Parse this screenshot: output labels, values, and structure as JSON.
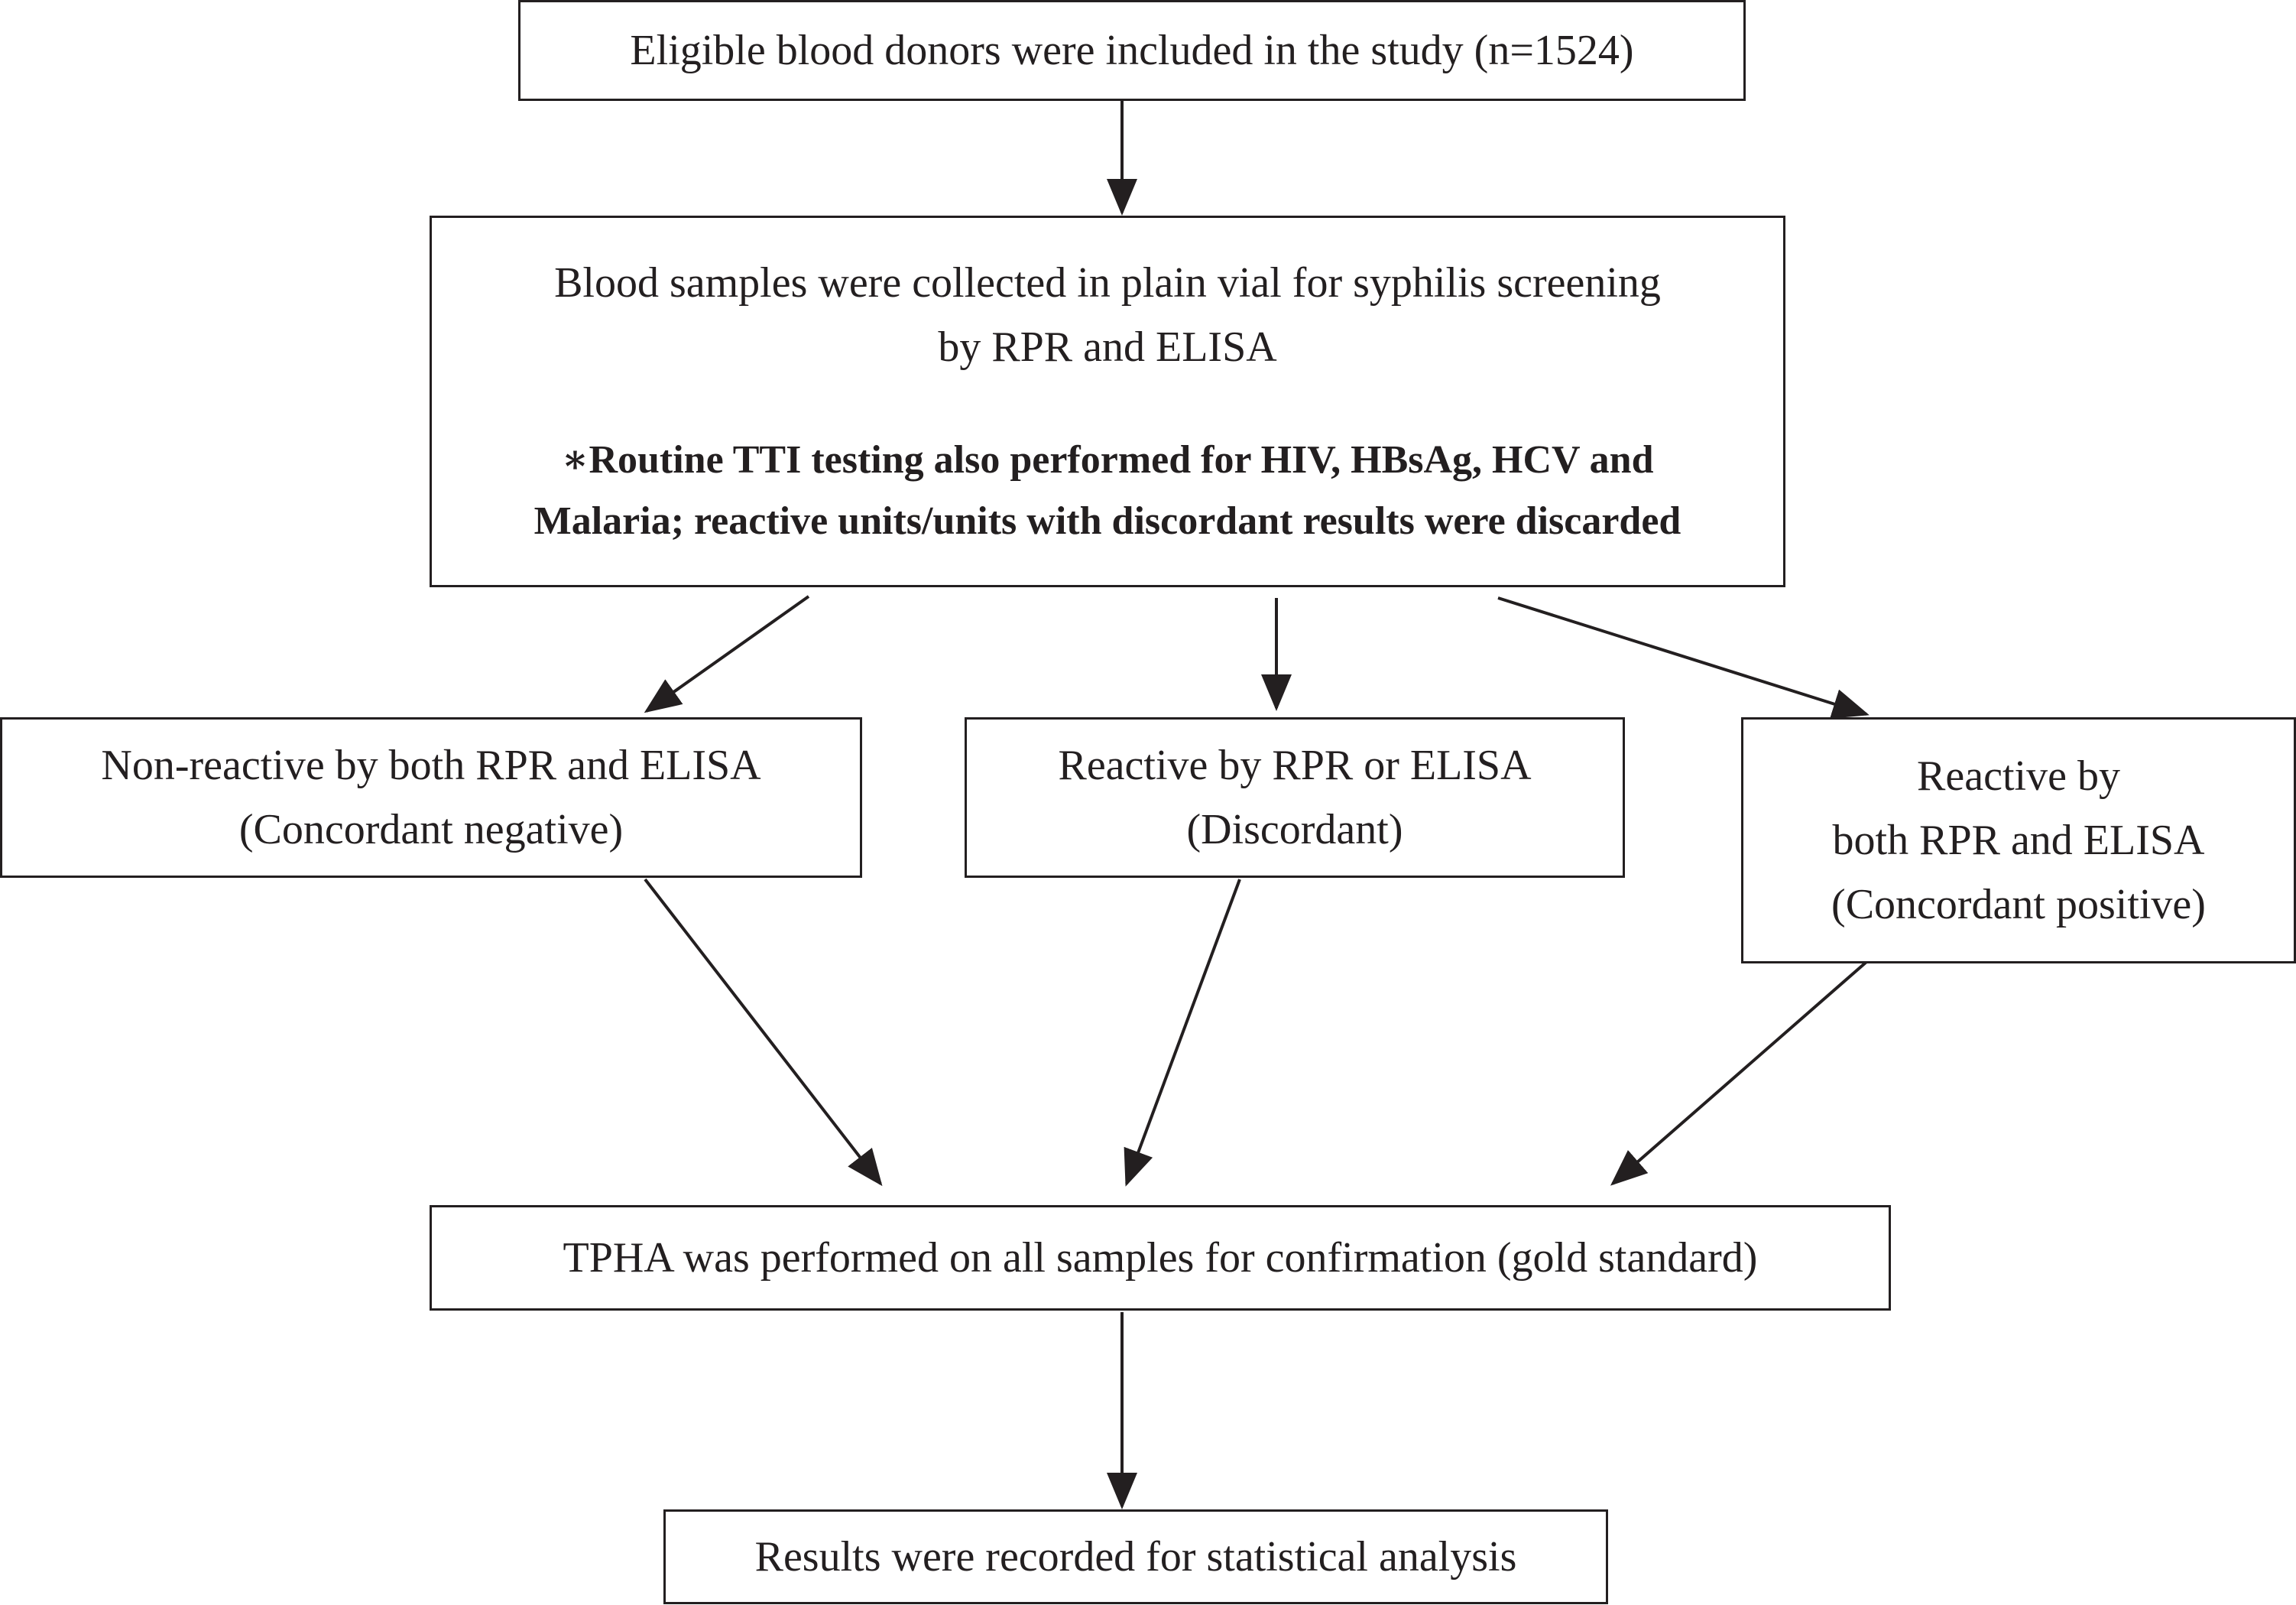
{
  "flowchart": {
    "enrollment": {
      "text": "Eligible blood donors were included in the study (n=1524)"
    },
    "collection": {
      "line1": "Blood samples were collected in plain vial for syphilis screening",
      "line2": "by RPR and ELISA",
      "note_star": "∗",
      "note_line1": "Routine TTI testing also performed for HIV, HBsAg, HCV and",
      "note_line2": "Malaria; reactive units/units with discordant results were discarded"
    },
    "outcomes": [
      {
        "line1": "Non-reactive by both RPR and ELISA",
        "line2": "(Concordant negative)"
      },
      {
        "line1": "Reactive by RPR or ELISA",
        "line2": "(Discordant)"
      },
      {
        "line1": "Reactive by",
        "line2": "both RPR and ELISA",
        "line3": "(Concordant positive)"
      }
    ],
    "confirmation": {
      "text": "TPHA was performed on all samples for confirmation (gold standard)"
    },
    "recording": {
      "text": "Results were recorded for statistical analysis"
    }
  },
  "colors": {
    "stroke": "#231f20",
    "background": "#ffffff"
  }
}
